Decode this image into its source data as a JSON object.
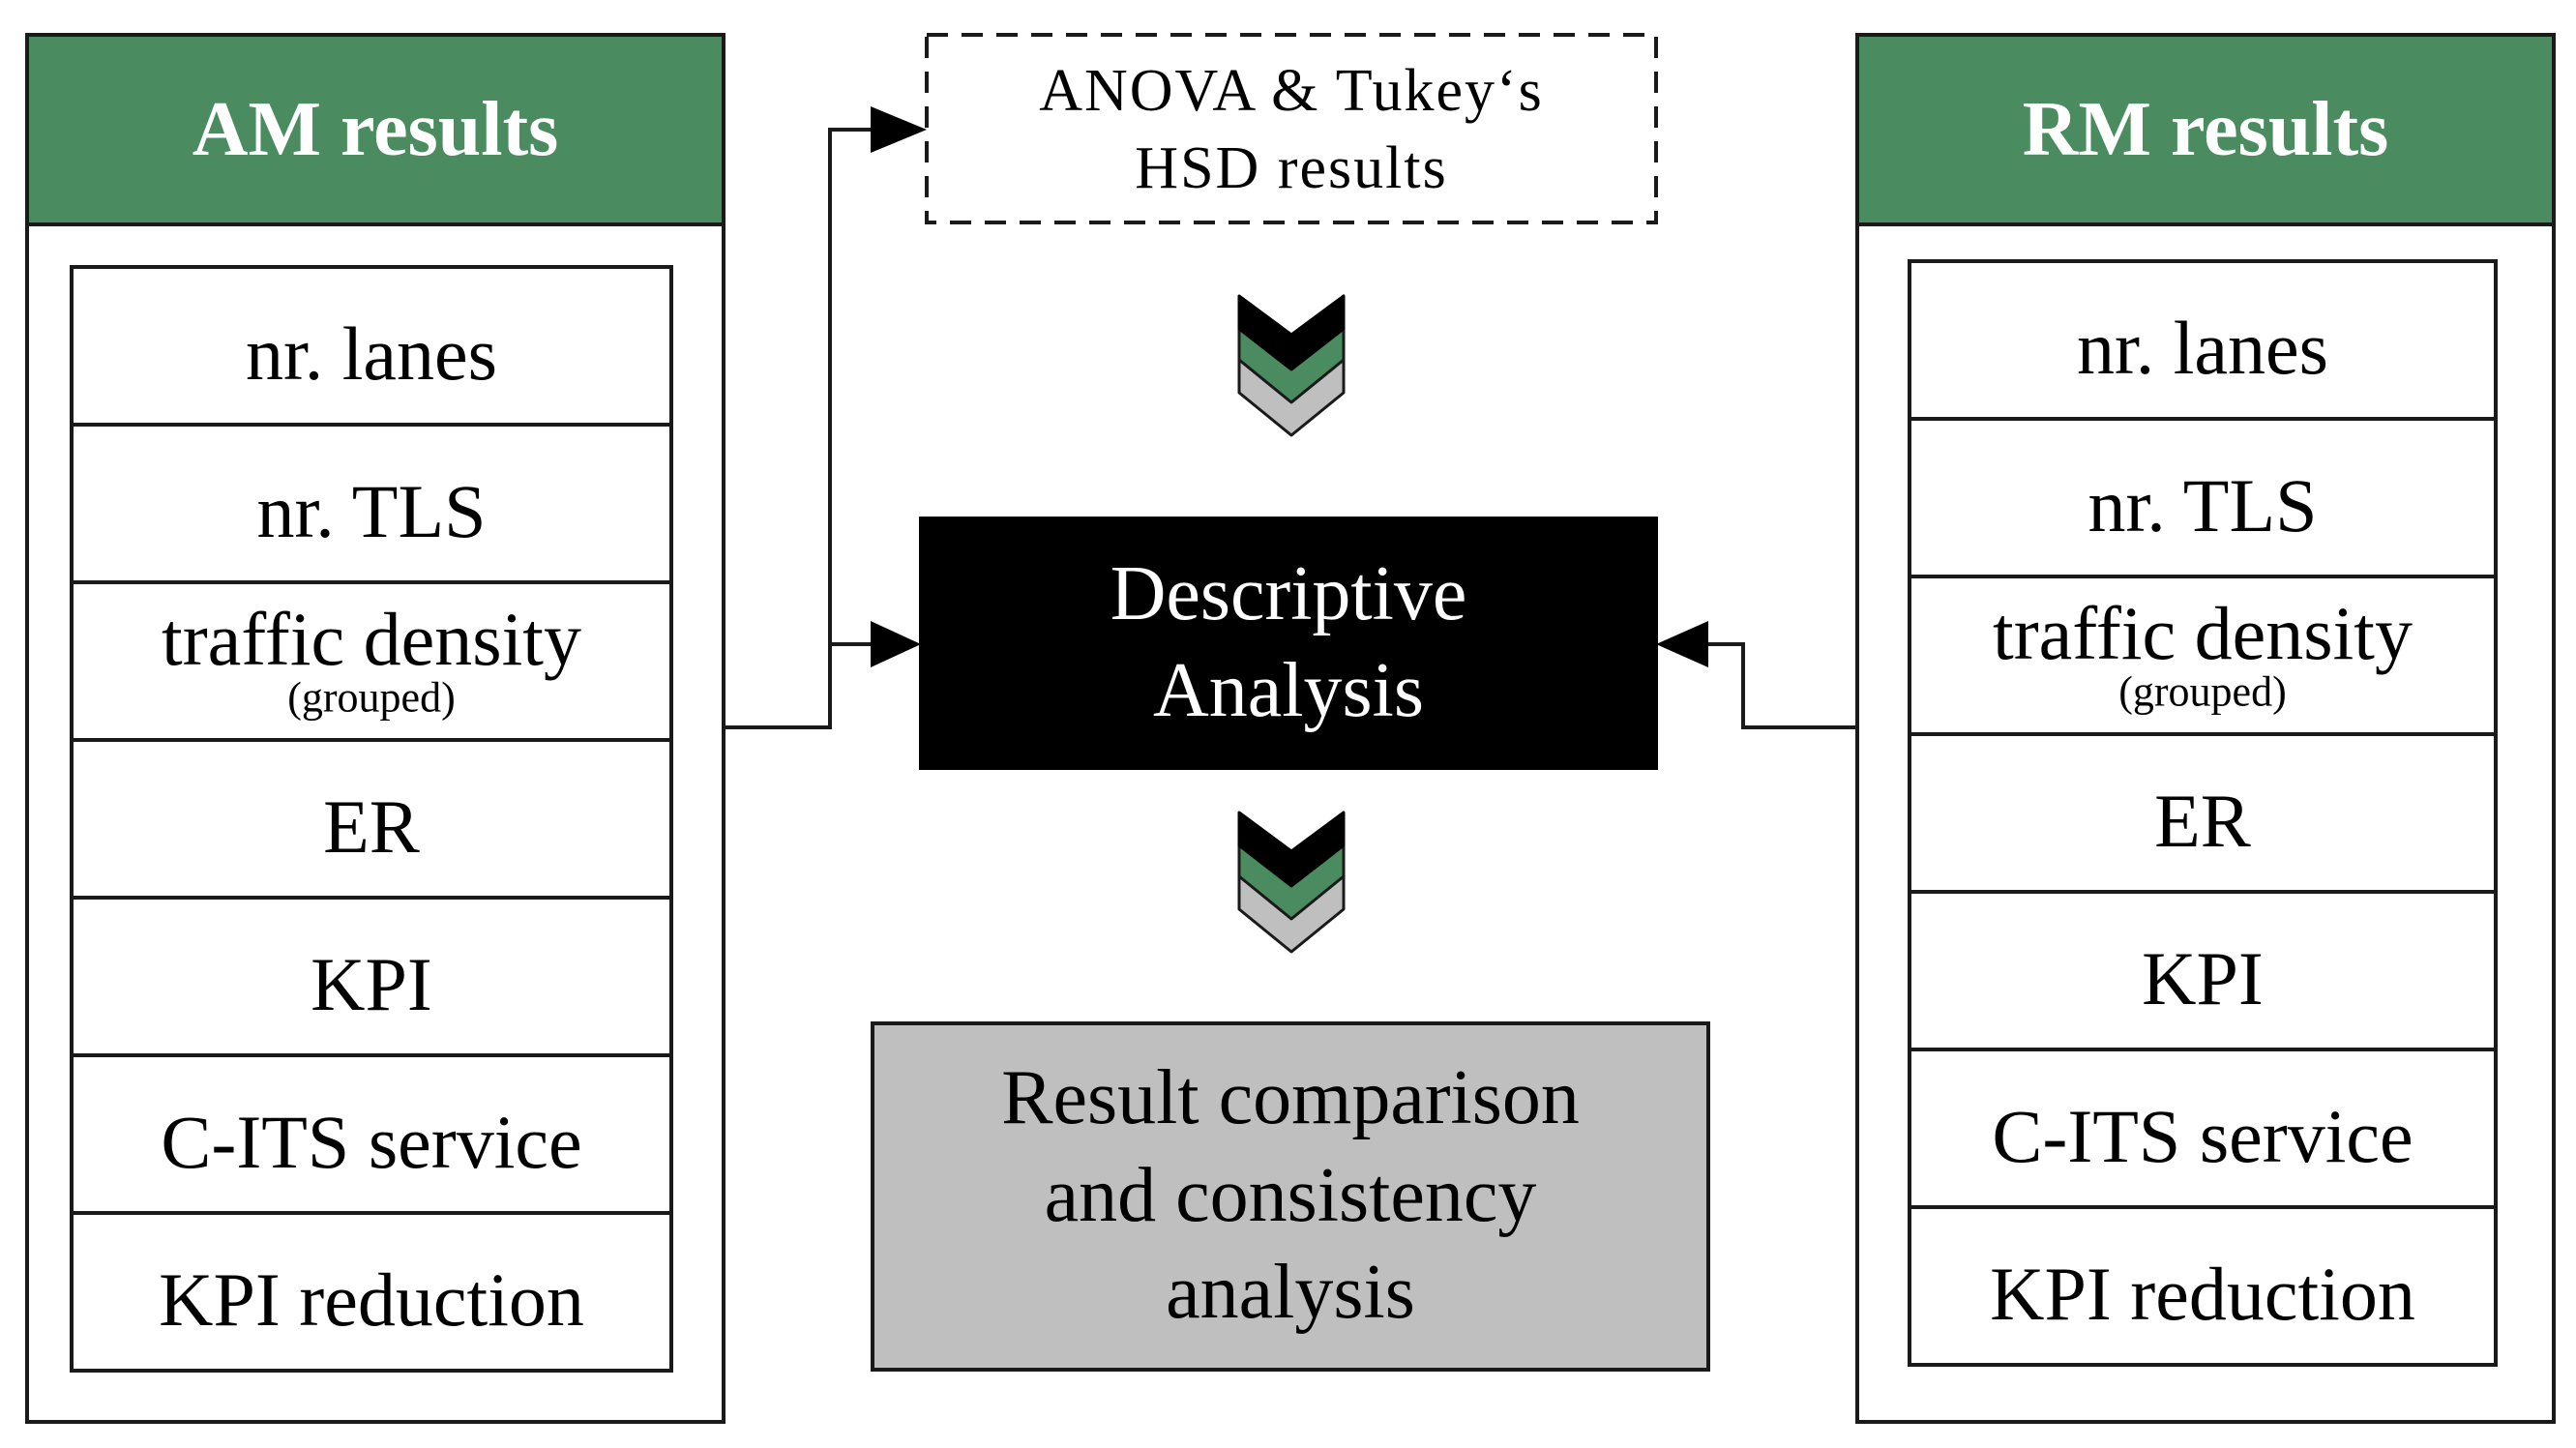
{
  "colors": {
    "header_green": "#4a8b5f",
    "chevron_green": "#4a8b5f",
    "chevron_gray": "#bfbfbf",
    "descriptive_fill": "#000000",
    "result_fill": "#bfbfbf",
    "line": "#1a1a1a"
  },
  "am_panel": {
    "title": "AM results",
    "rows": [
      {
        "label": "nr. lanes",
        "sub": ""
      },
      {
        "label": "nr. TLS",
        "sub": ""
      },
      {
        "label": "traffic density",
        "sub": "(grouped)"
      },
      {
        "label": "ER",
        "sub": ""
      },
      {
        "label": "KPI",
        "sub": ""
      },
      {
        "label": "C-ITS service",
        "sub": ""
      },
      {
        "label": "KPI reduction",
        "sub": ""
      }
    ]
  },
  "rm_panel": {
    "title": "RM results",
    "rows": [
      {
        "label": "nr. lanes",
        "sub": ""
      },
      {
        "label": "nr. TLS",
        "sub": ""
      },
      {
        "label": "traffic density",
        "sub": "(grouped)"
      },
      {
        "label": "ER",
        "sub": ""
      },
      {
        "label": "KPI",
        "sub": ""
      },
      {
        "label": "C-ITS service",
        "sub": ""
      },
      {
        "label": "KPI reduction",
        "sub": ""
      }
    ]
  },
  "anova_box": {
    "line1": "ANOVA & Tukey‘s",
    "line2": "HSD results"
  },
  "descriptive_box": {
    "line1": "Descriptive",
    "line2": "Analysis"
  },
  "result_box": {
    "line1": "Result comparison",
    "line2": "and consistency",
    "line3": "analysis"
  },
  "icons": {
    "chevron_top": "double-chevron-down-icon",
    "chevron_bottom": "double-chevron-down-icon",
    "arrow_anova": "arrow-right-icon",
    "arrow_am": "arrow-right-icon",
    "arrow_rm": "arrow-left-icon"
  }
}
